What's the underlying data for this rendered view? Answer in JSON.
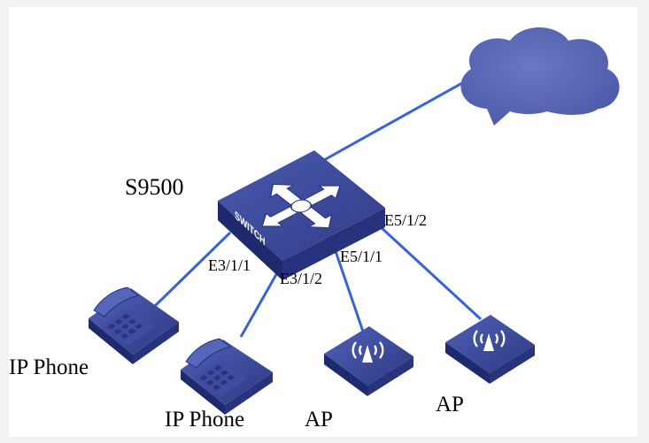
{
  "switch": {
    "name": "S9500",
    "face_text": "SWITCH"
  },
  "ports": {
    "p1": "E3/1/1",
    "p2": "E3/1/2",
    "p3": "E5/1/1",
    "p4": "E5/1/2"
  },
  "devices": {
    "phone1": "IP Phone",
    "phone2": "IP Phone",
    "ap1": "AP",
    "ap2": "AP"
  },
  "colors": {
    "link": "#3a62d8",
    "device_top": "#3c4a9a",
    "device_side": "#1e2a6e",
    "cloud": "#5865b4",
    "background": "#ffffff",
    "frame": "#f2f2f2"
  },
  "icons": [
    "cloud-icon",
    "switch-icon",
    "ip-phone-icon",
    "access-point-icon"
  ]
}
